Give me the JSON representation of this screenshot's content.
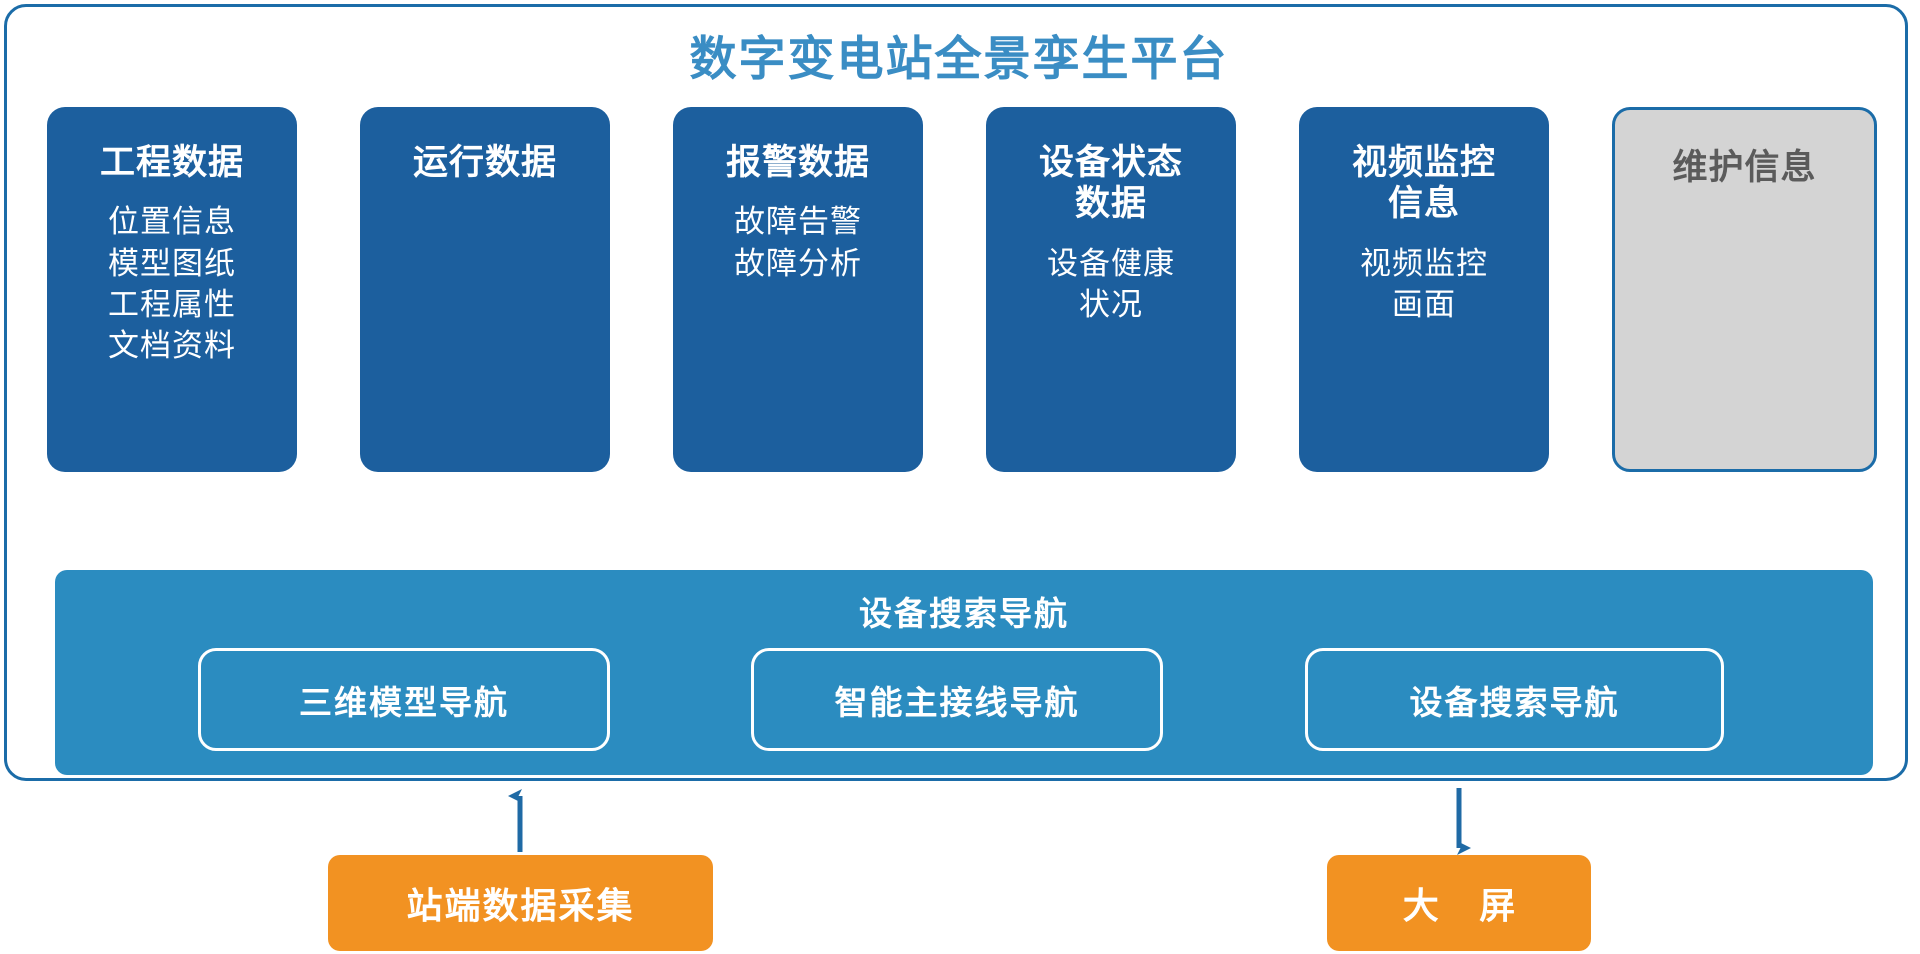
{
  "header": {
    "title": "数字变电站全景孪生平台",
    "title_color": "#3a8dc4"
  },
  "colors": {
    "frame_border": "#1b6ca8",
    "card_blue": "#1c5f9e",
    "card_gray_bg": "#d4d4d4",
    "card_gray_text": "#5b5b5b",
    "nav_band": "#2b8cc0",
    "orange": "#f29222",
    "connector_light": "#2b8cc0",
    "connector_dark": "#1f6aa5"
  },
  "cards": [
    {
      "title": "工程数据",
      "items": [
        "位置信息",
        "模型图纸",
        "工程属性",
        "文档资料"
      ],
      "style": "blue"
    },
    {
      "title": "运行数据",
      "items": [],
      "style": "blue"
    },
    {
      "title": "报警数据",
      "items": [
        "故障告警",
        "故障分析"
      ],
      "style": "blue"
    },
    {
      "title": "设备状态\n数据",
      "items": [
        "设备健康",
        "状况"
      ],
      "style": "blue"
    },
    {
      "title": "视频监控\n信息",
      "items": [
        "视频监控",
        "画面"
      ],
      "style": "blue"
    },
    {
      "title": "维护信息",
      "items": [],
      "style": "gray"
    }
  ],
  "nav_band": {
    "title": "设备搜索导航",
    "pills": [
      {
        "label": "三维模型导航"
      },
      {
        "label": "智能主接线导航"
      },
      {
        "label": "设备搜索导航"
      }
    ]
  },
  "bottom_boxes": [
    {
      "label": "站端数据采集",
      "arrow": "up"
    },
    {
      "label": "大 屏",
      "arrow": "down"
    }
  ]
}
